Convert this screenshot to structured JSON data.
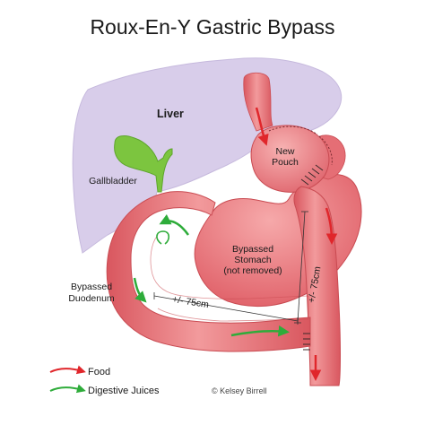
{
  "title": "Roux-En-Y Gastric Bypass",
  "labels": {
    "liver": "Liver",
    "gallbladder": "Gallbladder",
    "new_pouch_line1": "New",
    "new_pouch_line2": "Pouch",
    "bypassed_stomach_line1": "Bypassed",
    "bypassed_stomach_line2": "Stomach",
    "bypassed_stomach_line3": "(not removed)",
    "bypassed_duodenum_line1": "Bypassed",
    "bypassed_duodenum_line2": "Duodenum",
    "length_horizontal": "+/- 75cm",
    "length_vertical": "+/- 75cm"
  },
  "legend": {
    "food": "Food",
    "digestive_juices": "Digestive Juices"
  },
  "credit": "© Kelsey Birrell",
  "colors": {
    "liver": "#d8cdea",
    "gallbladder": "#7cc53f",
    "tissue": "#ec7a7e",
    "tissue_dark": "#d24f57",
    "food_arrow": "#e0262b",
    "juice_arrow": "#2eac3a"
  }
}
